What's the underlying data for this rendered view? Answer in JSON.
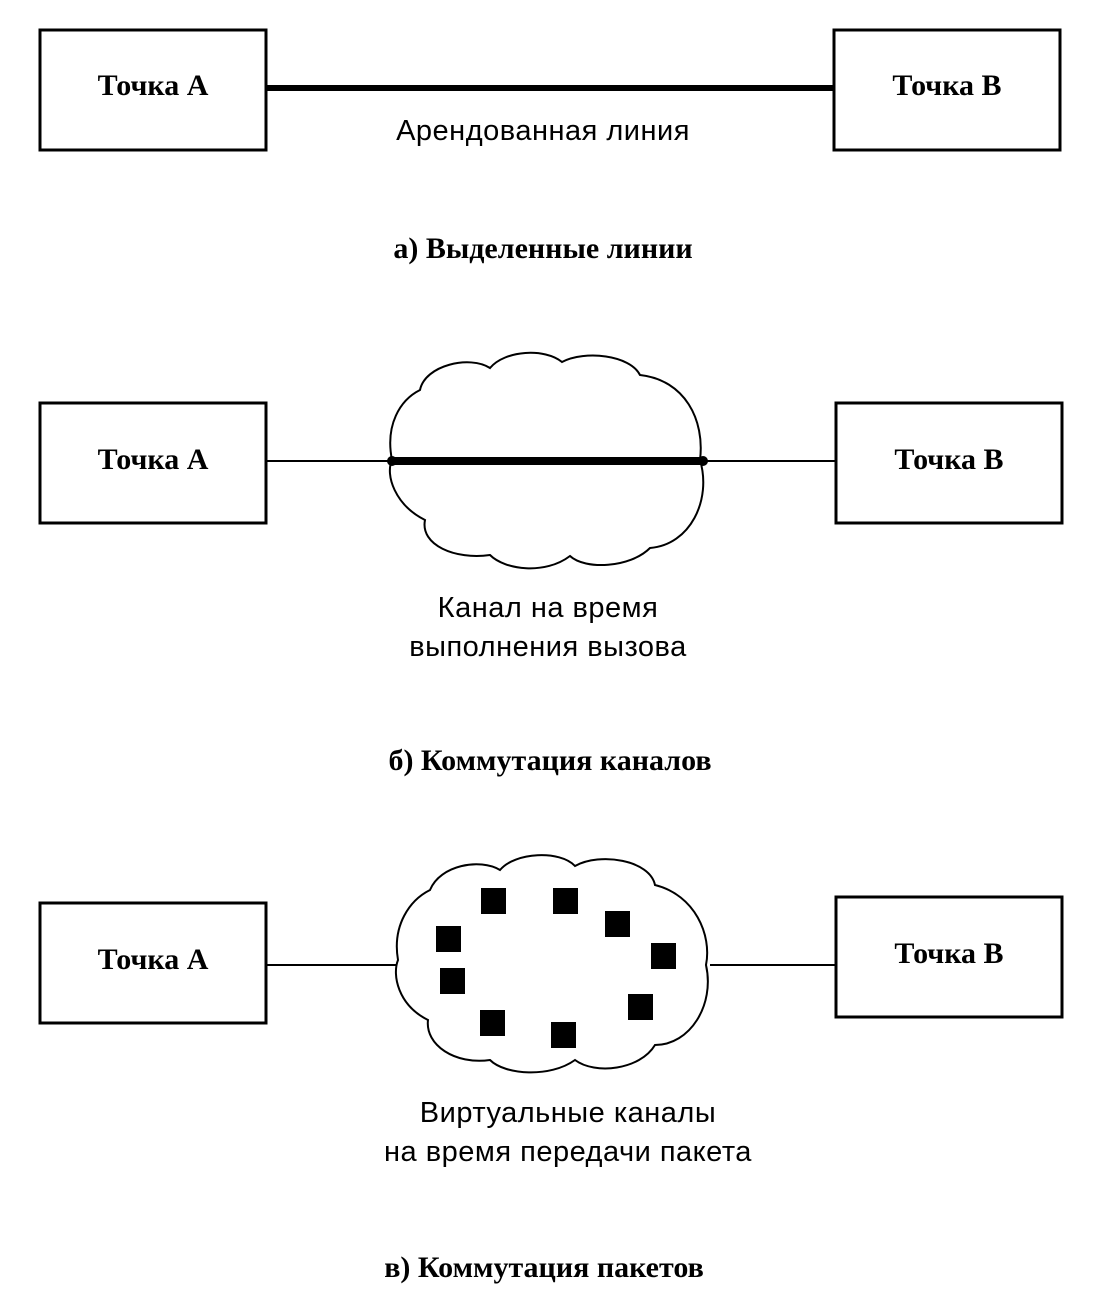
{
  "sections": [
    {
      "title": "а) Выделенные линии",
      "point_a": "Точка А",
      "point_b": "Точка В",
      "caption_lines": [
        "Арендованная линия"
      ]
    },
    {
      "title": "б) Коммутация каналов",
      "point_a": "Точка А",
      "point_b": "Точка В",
      "caption_lines": [
        "Канал на время",
        "выполнения вызова"
      ]
    },
    {
      "title": "в) Коммутация пакетов",
      "point_a": "Точка А",
      "point_b": "Точка В",
      "caption_lines": [
        "Виртуальные каналы",
        "на время передачи пакета"
      ]
    }
  ],
  "colors": {
    "stroke": "#000000",
    "background": "#ffffff"
  }
}
